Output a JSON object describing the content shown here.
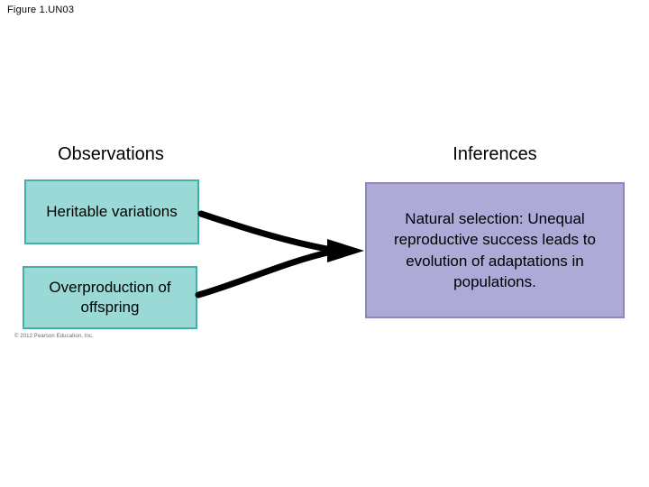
{
  "figure": {
    "label": "Figure 1.UN03"
  },
  "columns": {
    "observations_header": "Observations",
    "inferences_header": "Inferences"
  },
  "observations": [
    {
      "id": "heritable-variations",
      "text": "Heritable variations"
    },
    {
      "id": "overproduction",
      "text": "Overproduction of offspring"
    }
  ],
  "inference": {
    "text": "Natural selection: Unequal reproductive success leads to evolution of adaptations in populations."
  },
  "arrows": {
    "count": 2,
    "direction": "left-to-right",
    "description": "two curved arrows converging into one arrowhead"
  },
  "colors": {
    "observation_fill": "#9ad9d5",
    "observation_border": "#41b0a9",
    "inference_fill": "#adaad8",
    "inference_border": "#8c88b8",
    "arrow": "#000000",
    "background": "#ffffff",
    "text": "#000000"
  },
  "footer": {
    "copyright": "© 2012 Pearson Education, Inc."
  }
}
